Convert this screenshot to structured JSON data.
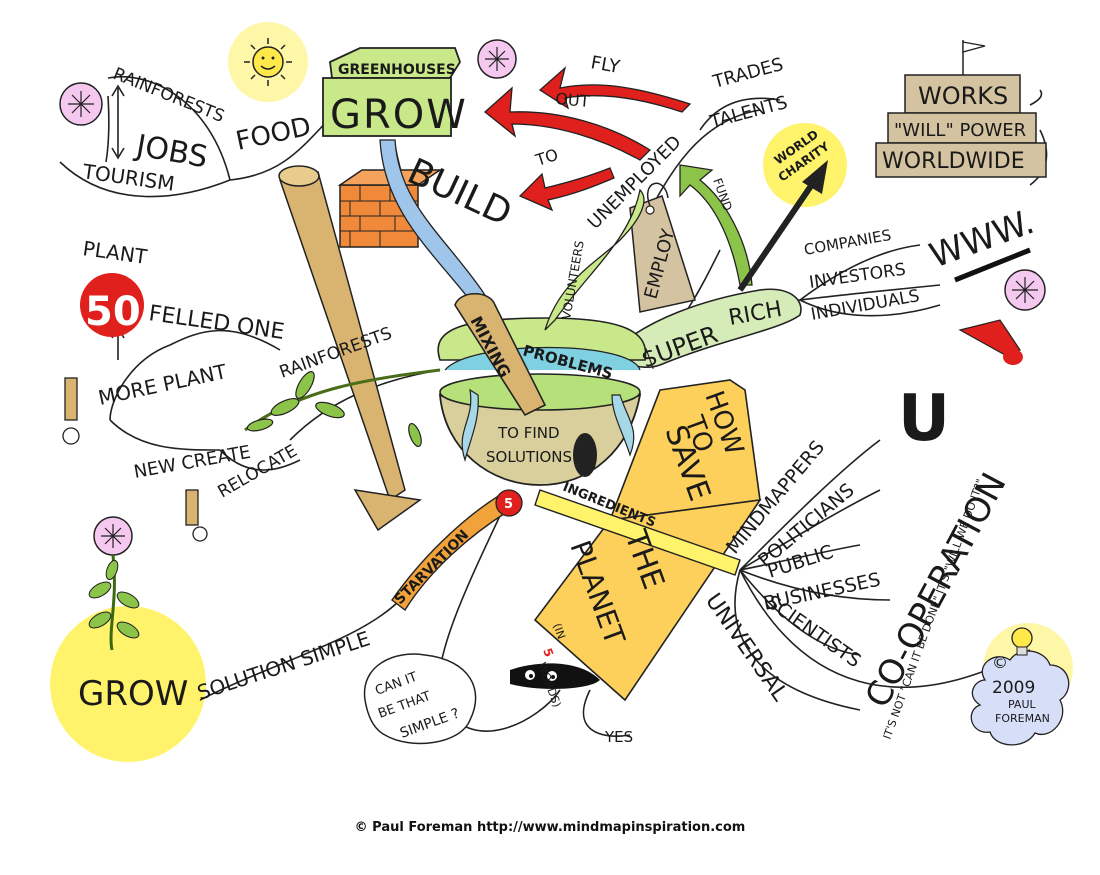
{
  "mindmap": {
    "center": {
      "top": "TO FIND",
      "bottom": "SOLUTIONS",
      "problems": "PROBLEMS",
      "mixing": "MIXING"
    },
    "title_band": {
      "line1": "HOW",
      "line2": "TO",
      "line3": "SAVE",
      "line4": "THE",
      "line5": "PLANET",
      "subtitle_a": "(IN",
      "subtitle_num": "5",
      "subtitle_b": "WORDS)"
    },
    "top_left": {
      "greenhouses": "GREENHOUSES",
      "grow": "GROW",
      "food": "FOOD",
      "jobs": "JOBS",
      "rainforests": "RAINFORESTS",
      "tourism": "TOURISM",
      "build": "BUILD",
      "fly": "FLY",
      "out": "OUT",
      "to": "TO"
    },
    "top_right": {
      "volunteers": "VOLUNTEERS",
      "unemployed": "UNEMPLOYED",
      "trades": "TRADES",
      "talents": "TALENTS",
      "employ": "EMPLOY",
      "fund": "FUND",
      "world_charity_1": "WORLD",
      "world_charity_2": "CHARITY",
      "super_rich_1": "$UPER",
      "super_rich_2": "RICH",
      "companies": "COMPANIES",
      "investors": "INVESTORS",
      "individuals": "INDIVIDUALS",
      "www": "WWW.",
      "works": "WORKS",
      "will_power": "\"WILL\" POWER",
      "worldwide": "WORLDWIDE"
    },
    "left": {
      "plant": "PLANT",
      "fifty": "50",
      "felled_one": "FELLED ONE",
      "more_plant": "MORE PLANT",
      "rainforests": "RAINFORESTS",
      "new_create": "NEW CREATE",
      "relocate": "RELOCATE"
    },
    "bottom_left": {
      "grow": "GROW",
      "solution_simple": "SOLUTION SIMPLE",
      "starvation": "STARVATION",
      "five": "5",
      "can_it_1": "CAN IT",
      "can_it_2": "BE THAT",
      "can_it_3": "SIMPLE ?",
      "yes": "YES"
    },
    "bottom_right": {
      "ingredients": "INGREDIENTS",
      "mindmappers": "MINDMAPPERS",
      "politicians": "POLITICIANS",
      "public": "PUBLIC",
      "businesses": "BUSINESSES",
      "scientists": "SCIENTISTS",
      "universal": "UNIVERSAL",
      "cooperation": "CO-OPERATION",
      "u": "U",
      "quote_1": "IT'S NOT \"CAN IT BE DONE\" IT'S \"WILL WE DO IT?\"",
      "copyright": "©",
      "year": "2009",
      "author_1": "PAUL",
      "author_2": "FOREMAN"
    }
  },
  "credit": "© Paul Foreman http://www.mindmapinspiration.com",
  "colors": {
    "yellow": "#fff36b",
    "band": "#fcd05a",
    "green": "#c8e88a",
    "bowl": "#d8cf9c",
    "red": "#e0201c",
    "orange": "#f2a23a",
    "blue": "#7fb0e0",
    "brick": "#f08a3a",
    "wood": "#d9b470",
    "tag": "#d4c3a0",
    "pink": "#f5c8ef"
  }
}
